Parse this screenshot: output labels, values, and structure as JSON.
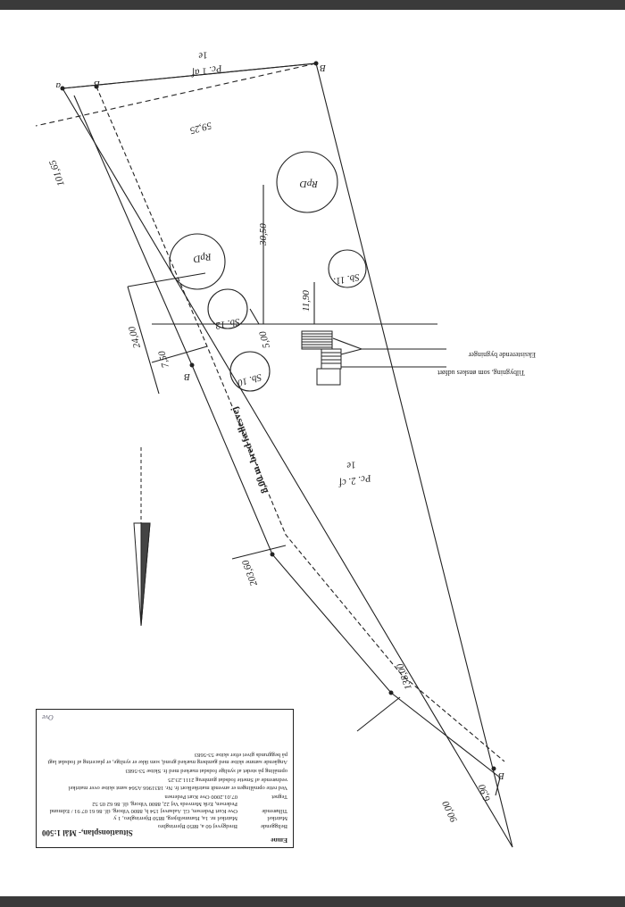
{
  "labels": {
    "pc_1af": "Pc. 1 af",
    "pc_1af_num": "1e",
    "pc_2cf": "Pc. 2. cf",
    "pc_2cf_num": "1e",
    "rpd_top": "RpD",
    "rpd_left": "RpD",
    "sb_11": "Sb. 11.",
    "sb_12": "Sb. 12.",
    "sb_10": "Sb. 10",
    "road": "8,00 m. bred fællesvej",
    "d_59_25": "59,25",
    "d_101_65": "101,65",
    "d_30_50": "30,50",
    "d_11_90": "11,90",
    "d_24_00": "24,00",
    "d_7_50": "7,50",
    "d_5_00": "5,00",
    "d_203_60": "203,60",
    "d_138_00": "138,00",
    "d_6_90": "6,90",
    "d_90_00": "90,00",
    "pt_a": "a",
    "pt_b": "B",
    "pt_c": "B",
    "pt_d": "B",
    "pt_e": "B"
  },
  "legend": {
    "existing": "Eksisterende bygninger",
    "new": "Tilbygning, som ønskes udført"
  },
  "title_block": {
    "emne_label": "Emne",
    "title": "Situationsplan,- Mål 1:500",
    "rows": [
      {
        "key": "Beliggende",
        "value": "Bredgyvej 60 a, 8850 Bjerringbro"
      },
      {
        "key": "Matrikel",
        "value": "Matrikel nr. 1a, Hammelbjerg, 8850 Bjerringbro, 1 y"
      },
      {
        "key": "Tilhørende",
        "value": "Ove Kurt Pedersen, Gl. Aalsøvej 154 b, 8800 Viborg, tlf. 86 61 07 91 / Edmund Pedersen, Erik Menveds Vej 22, 8800 Viborg, tlf. 86 62 05 52"
      },
      {
        "key": "Tegnet",
        "value": "07.01.2000 Ove Kurt Pedersen"
      }
    ],
    "note1": "Ved rette opmålingen er anvendt matrikelkort fr. Nr. 1831966 A564 samt skitse over matrikel vedrørende af Smetie fodsdat gumbrug 2111.23.25",
    "note2": "opmåling på stedet af synlige fodsdat marked med fr. Skitse 53-5683",
    "note3": "Angående samme skitse med gamberg marked grond, som ikke er synlige, er placering af fodsdat lagt på beggrunds givet efter skitse 53-5683",
    "signature": "Ove"
  }
}
